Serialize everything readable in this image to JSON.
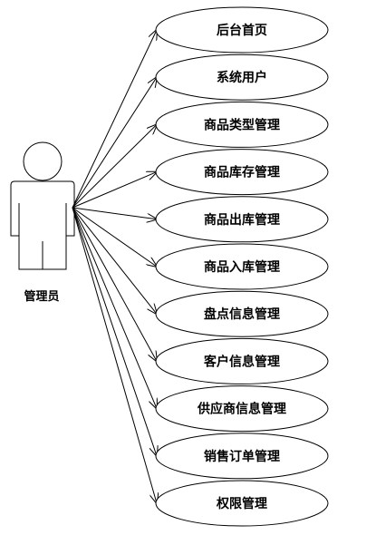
{
  "actor": {
    "label": "管理员"
  },
  "use_cases": [
    {
      "label": "后台首页"
    },
    {
      "label": "系统用户"
    },
    {
      "label": "商品类型管理"
    },
    {
      "label": "商品库存管理"
    },
    {
      "label": "商品出库管理"
    },
    {
      "label": "商品入库管理"
    },
    {
      "label": "盘点信息管理"
    },
    {
      "label": "客户信息管理"
    },
    {
      "label": "供应商信息管理"
    },
    {
      "label": "销售订单管理"
    },
    {
      "label": "权限管理"
    }
  ]
}
